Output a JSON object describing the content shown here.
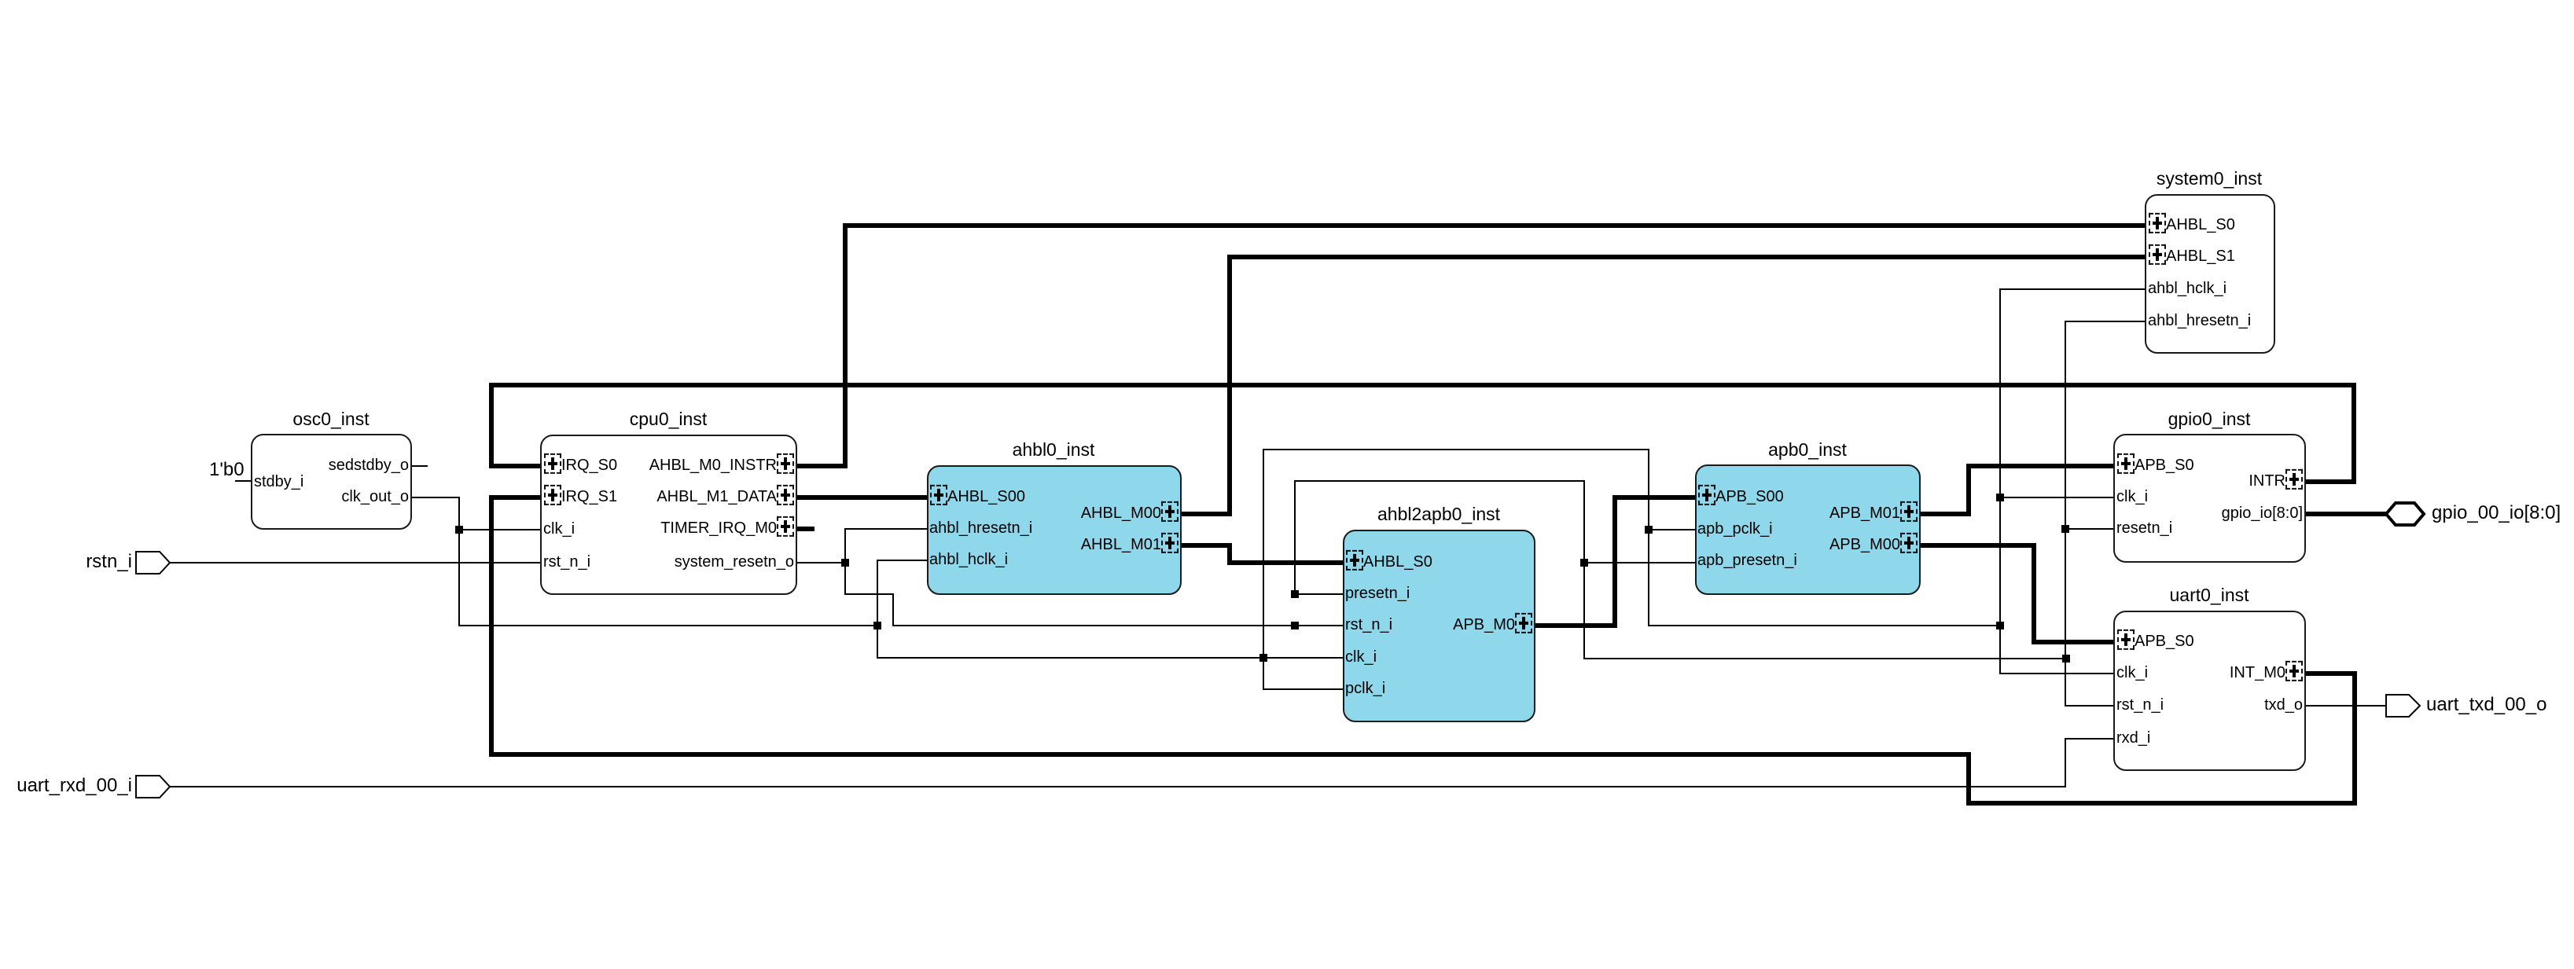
{
  "colors": {
    "highlight_block": "#8fd7eb",
    "wire": "#000000",
    "background": "#ffffff"
  },
  "external_ports": {
    "rstn": {
      "label": "rstn_i",
      "direction": "input"
    },
    "uart_rxd": {
      "label": "uart_rxd_00_i",
      "direction": "input"
    },
    "gpio": {
      "label": "gpio_00_io[8:0]",
      "direction": "inout"
    },
    "uart_txd": {
      "label": "uart_txd_00_o",
      "direction": "output"
    }
  },
  "constants": {
    "osc_stdby": "1'b0"
  },
  "blocks": {
    "osc0": {
      "title": "osc0_inst",
      "highlighted": false,
      "left_ports": [
        "stdby_i"
      ],
      "right_ports": [
        "sedstdby_o",
        "clk_out_o"
      ]
    },
    "cpu0": {
      "title": "cpu0_inst",
      "highlighted": false,
      "left_ports": [
        "IRQ_S0",
        "IRQ_S1",
        "clk_i",
        "rst_n_i"
      ],
      "right_ports": [
        "AHBL_M0_INSTR",
        "AHBL_M1_DATA",
        "TIMER_IRQ_M0",
        "system_resetn_o"
      ]
    },
    "ahbl0": {
      "title": "ahbl0_inst",
      "highlighted": true,
      "left_ports": [
        "AHBL_S00",
        "ahbl_hresetn_i",
        "ahbl_hclk_i"
      ],
      "right_ports": [
        "AHBL_M00",
        "AHBL_M01"
      ]
    },
    "ahbl2apb0": {
      "title": "ahbl2apb0_inst",
      "highlighted": true,
      "left_ports": [
        "AHBL_S0",
        "presetn_i",
        "rst_n_i",
        "clk_i",
        "pclk_i"
      ],
      "right_ports": [
        "APB_M0"
      ]
    },
    "apb0": {
      "title": "apb0_inst",
      "highlighted": true,
      "left_ports": [
        "APB_S00",
        "apb_pclk_i",
        "apb_presetn_i"
      ],
      "right_ports": [
        "APB_M01",
        "APB_M00"
      ]
    },
    "system0": {
      "title": "system0_inst",
      "highlighted": false,
      "left_ports": [
        "AHBL_S0",
        "AHBL_S1",
        "ahbl_hclk_i",
        "ahbl_hresetn_i"
      ],
      "right_ports": []
    },
    "gpio0": {
      "title": "gpio0_inst",
      "highlighted": false,
      "left_ports": [
        "APB_S0",
        "clk_i",
        "resetn_i"
      ],
      "right_ports": [
        "INTR",
        "gpio_io[8:0]"
      ]
    },
    "uart0": {
      "title": "uart0_inst",
      "highlighted": false,
      "left_ports": [
        "APB_S0",
        "clk_i",
        "rst_n_i",
        "rxd_i"
      ],
      "right_ports": [
        "INT_M0",
        "txd_o"
      ]
    }
  }
}
